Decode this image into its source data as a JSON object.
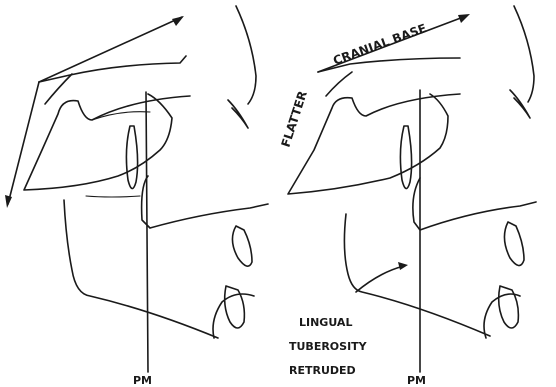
{
  "labels": {
    "cranial_base": "CRANIAL BASE",
    "flatter": "FLATTER",
    "lingual": "LINGUAL",
    "tuberosity": "TUBEROSITY",
    "retruded": "RETRUDED",
    "pm_left": "PM",
    "pm_right": "PM"
  },
  "colors": {
    "ink": "#1a1a1a",
    "paper": "#ffffff"
  }
}
